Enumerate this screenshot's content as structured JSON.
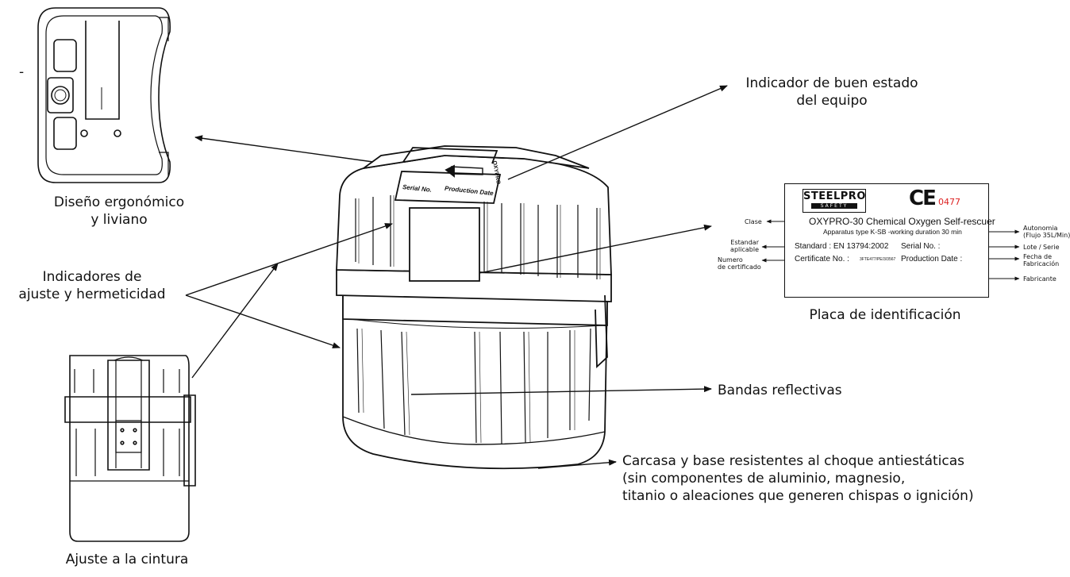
{
  "labels": {
    "indicador": [
      "Indicador de buen estado",
      "del equipo"
    ],
    "diseno": [
      "Diseño ergonómico",
      "y liviano"
    ],
    "indicadores": [
      "Indicadores de",
      "ajuste y hermeticidad"
    ],
    "placa": "Placa de identificación",
    "bandas": "Bandas reflectivas",
    "carcasa": [
      "Carcasa y base resistentes al choque antiestáticas",
      "(sin componentes de aluminio, magnesio,",
      "titanio o aleaciones que generen chispas o ignición)"
    ],
    "ajuste": "Ajuste a la cintura"
  },
  "plate": {
    "logo_brand": "STEELPRO",
    "logo_sub": "SAFETY",
    "ce_mark": "CE",
    "ce_number": "0477",
    "model": "OXYPRO-30 Chemical Oxygen Self-rescuer",
    "apparatus": "Apparatus type K-SB -working duration 30 min",
    "standard": "Standard : EN 13794:2002",
    "serial": "Serial No. :",
    "certificate": "Certificate No. :",
    "certificate_value": "3FTE477/PE/3/3567",
    "production": "Production Date :"
  },
  "callouts": {
    "clase": "Clase",
    "estandar": [
      "Estandar",
      "aplicable"
    ],
    "numero": [
      "Numero",
      "de certificado"
    ],
    "autonomia": [
      "Autonomia",
      "(Flujo 35L/Min)"
    ],
    "lote": "Lote / Serie",
    "fecha": [
      "Fecha de",
      "Fabricación"
    ],
    "fabricante": "Fabricante"
  },
  "device_lid": {
    "serial": "Serial No.",
    "production": "Production Date",
    "brand": "OXYPRO"
  },
  "stray_mark": "-"
}
